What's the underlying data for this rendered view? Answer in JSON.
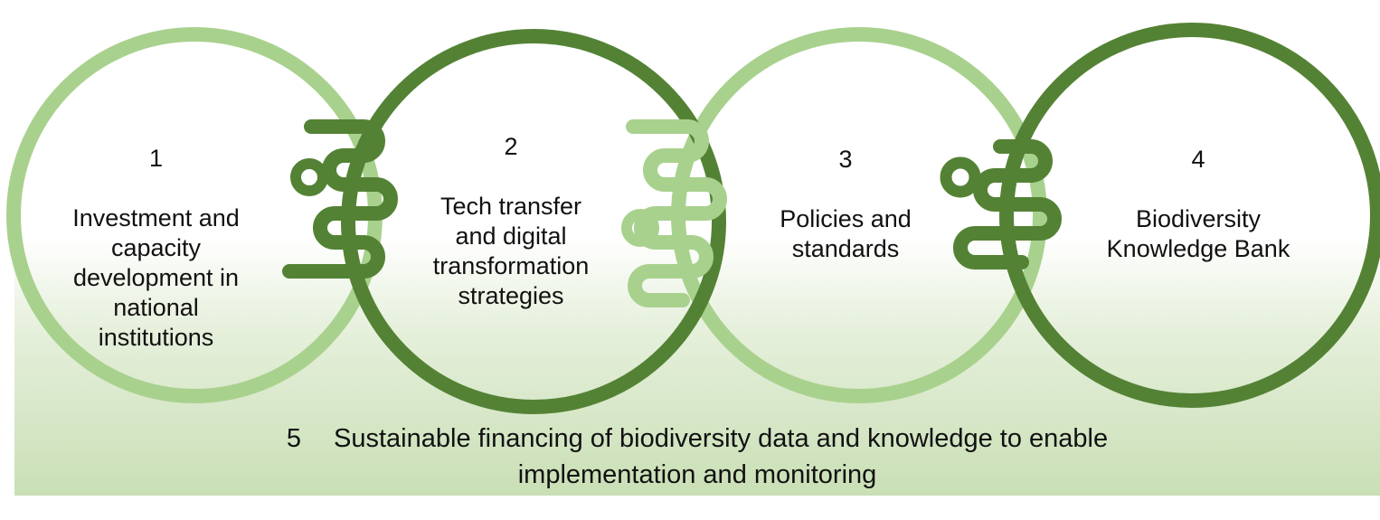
{
  "colors": {
    "light_green": "#a9d18e",
    "dark_green": "#548235",
    "band_top": "#ffffff",
    "band_bottom": "#c9dfb5"
  },
  "steps": [
    {
      "number": "1",
      "label": "Investment and\ncapacity\ndevelopment  in\nnational\ninstitutions",
      "ring": "light"
    },
    {
      "number": "2",
      "label": "Tech transfer\nand digital\ntransformation\nstrategies",
      "ring": "dark"
    },
    {
      "number": "3",
      "label": "Policies and\nstandards",
      "ring": "light"
    },
    {
      "number": "4",
      "label": "Biodiversity\nKnowledge Bank",
      "ring": "dark"
    }
  ],
  "foundation": {
    "number": "5",
    "line1": "Sustainable financing of biodiversity data and knowledge to enable",
    "line2": "implementation and monitoring"
  }
}
